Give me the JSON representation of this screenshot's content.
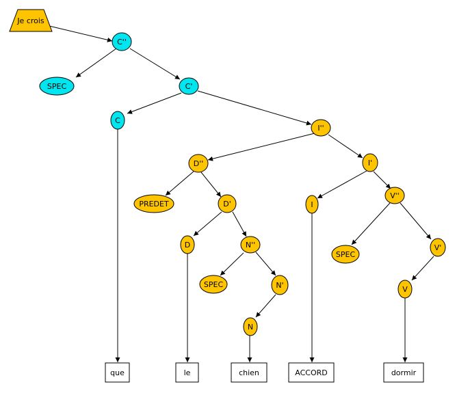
{
  "colors": {
    "cyan": "#00e5ee",
    "orange": "#ffc400",
    "white": "#ffffff",
    "stroke": "#000000"
  },
  "nodes": {
    "jecrois": "Je crois",
    "c2": "C''",
    "spec_c": "SPEC",
    "c1": "C'",
    "c0": "C",
    "i2": "I''",
    "d2": "D''",
    "i1": "I'",
    "predet": "PREDET",
    "d1": "D'",
    "i0": "I",
    "v2": "V''",
    "d0": "D",
    "n2": "N''",
    "spec_v": "SPEC",
    "v1": "V'",
    "spec_n": "SPEC",
    "n1": "N'",
    "v0": "V",
    "n0": "N",
    "que": "que",
    "le": "le",
    "chien": "chien",
    "accord": "ACCORD",
    "dormir": "dormir"
  }
}
